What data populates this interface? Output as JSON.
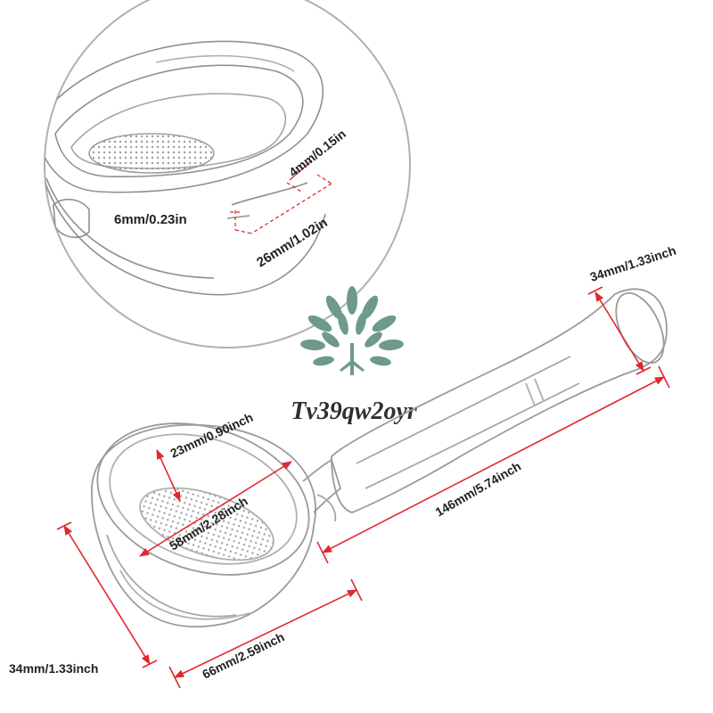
{
  "labels": {
    "rim_height": "4mm/0.15in",
    "spout_width": "6mm/0.23in",
    "rim_span": "26mm/1.02in",
    "handle_diameter": "34mm/1.33inch",
    "handle_length": "146mm/5.74inch",
    "basket_depth": "23mm/0.90inch",
    "inner_diameter": "58mm/2.28inch",
    "cup_height": "34mm/1.33inch",
    "outer_diameter": "66mm/2.59inch"
  },
  "watermark": {
    "text": "Tv39qw2oyr"
  },
  "colors": {
    "dimension": "#e0282f",
    "outline": "#9a9a9a",
    "leaf": "#6e9a8c"
  },
  "icons": [
    "tree-logo-icon"
  ]
}
